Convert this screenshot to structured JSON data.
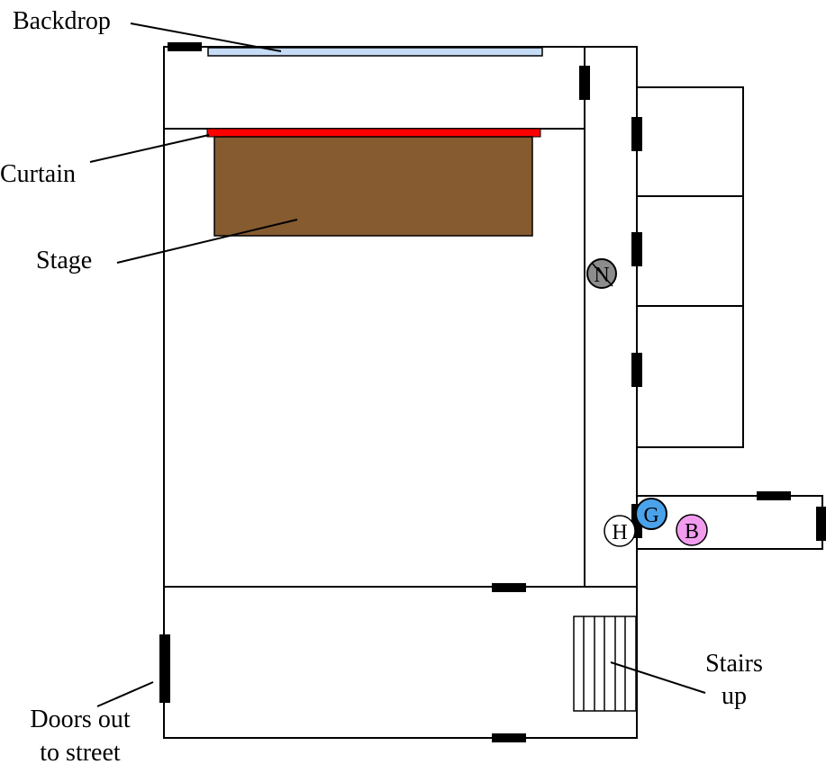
{
  "labels": {
    "backdrop": "Backdrop",
    "curtain": "Curtain",
    "stage": "Stage",
    "stairs_line1": "Stairs",
    "stairs_line2": "up",
    "doors_line1": "Doors out",
    "doors_line2": "to street"
  },
  "markers": {
    "n": "N",
    "g": "G",
    "h": "H",
    "b": "B"
  },
  "colors": {
    "wall": "#000000",
    "door": "#000000",
    "backdrop_fill": "#c6dcf6",
    "curtain_fill": "#ff0000",
    "stage_fill": "#865b30",
    "marker_n": "#8c8c8c",
    "marker_g": "#4aa3ea",
    "marker_h": "#ffffff",
    "marker_b": "#f29cf0"
  }
}
